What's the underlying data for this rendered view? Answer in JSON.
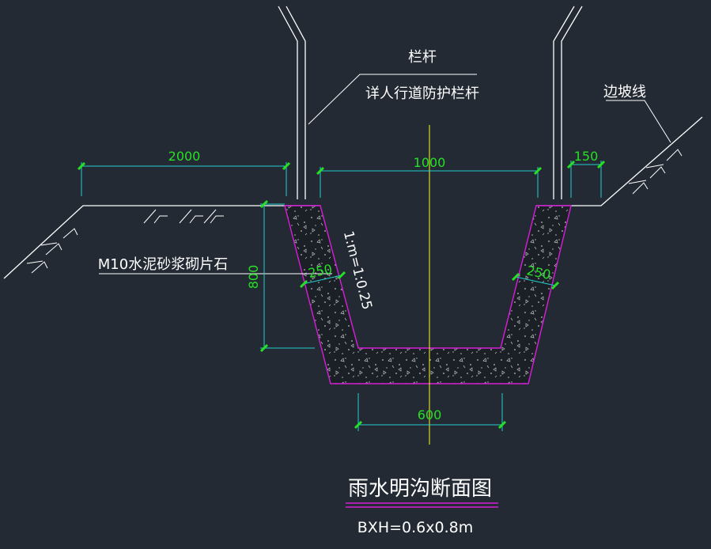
{
  "title": "雨水明沟断面图",
  "subtitle": "BXH=0.6x0.8m",
  "labels": {
    "railing": "栏杆",
    "railing_note": "详人行道防护栏杆",
    "slope_line": "边坡线",
    "material": "M10水泥砂浆砌片石",
    "slope_ratio": "1:m=1:0.25"
  },
  "dimensions": {
    "left_berm": "2000",
    "top_width": "1000",
    "right_berm": "150",
    "depth": "800",
    "left_wall": "250",
    "right_wall": "250",
    "bottom_width": "600"
  },
  "colors": {
    "background": "#232a33",
    "ground": "#ffffff",
    "masonry": "#d81ed8",
    "dimension": "#26e026",
    "dimension_line": "#22cfcf",
    "centerline": "#e6e61e"
  }
}
